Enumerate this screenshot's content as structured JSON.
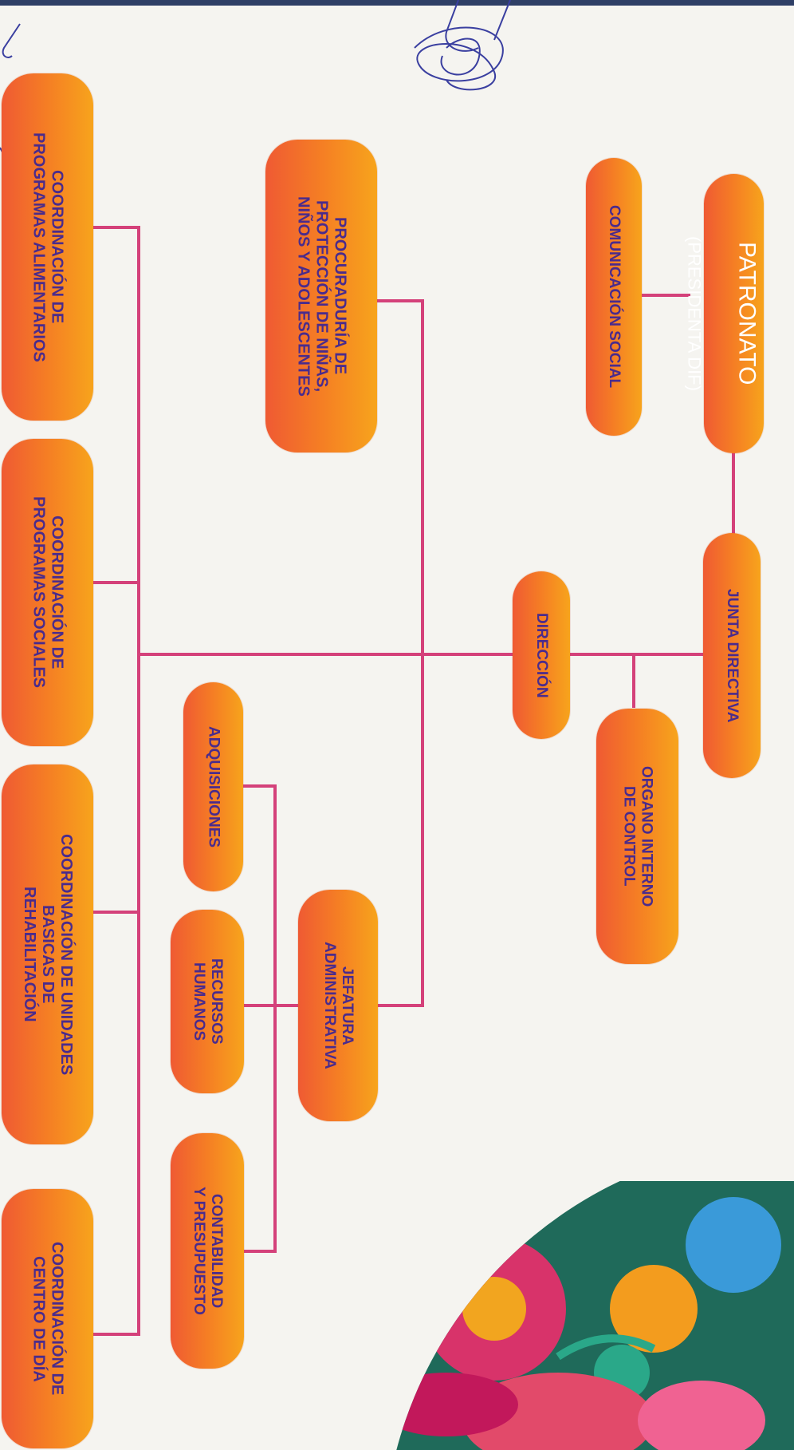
{
  "org_chart": {
    "nodes": {
      "patronato": {
        "title": "PATRONATO",
        "subtitle": "(PRESIDENTA DIF)"
      },
      "comunicacion": {
        "label": "COMUNICACIÓN SOCIAL"
      },
      "junta": {
        "label": "JUNTA DIRECTIVA"
      },
      "organo": {
        "label": "ORGANO INTERNO\nDE CONTROL"
      },
      "direccion": {
        "label": "DIRECCIÓN"
      },
      "procuraduria": {
        "label": "PROCURADURÍA DE\nPROTECCIÓN DE NIÑAS,\nNIÑOS Y ADOLESCENTES"
      },
      "jefatura": {
        "label": "JEFATURA\nADMINISTRATIVA"
      },
      "adquisiciones": {
        "label": "ADQUISICIONES"
      },
      "recursos": {
        "label": "RECURSOS\nHUMANOS"
      },
      "contabilidad": {
        "label": "CONTABILIDAD\nY PRESUPUESTO"
      },
      "coord_alimentarios": {
        "label": "COORDINACIÓN DE\nPROGRAMAS ALIMENTARIOS"
      },
      "coord_sociales": {
        "label": "COORDINACIÓN DE\nPROGRAMAS SOCIALES"
      },
      "coord_rehabilitacion": {
        "label": "COORDINACIÓN DE UNIDADES\nBASICAS DE\nREHABILITACIÓN"
      },
      "coord_centro_dia": {
        "label": "COORDINACIÓN DE\nCENTRO DE DÍA"
      }
    }
  },
  "colors": {
    "box_gradient_start": "#ef5a33",
    "box_gradient_end": "#f7a41c",
    "box_text": "#4a2b8c",
    "top_box_text": "#ffffff",
    "connector": "#d4417a",
    "header_rule": "#2f3f66"
  },
  "decorations": {
    "signature": "handwritten-signature",
    "illustration": "floral-illustration"
  }
}
